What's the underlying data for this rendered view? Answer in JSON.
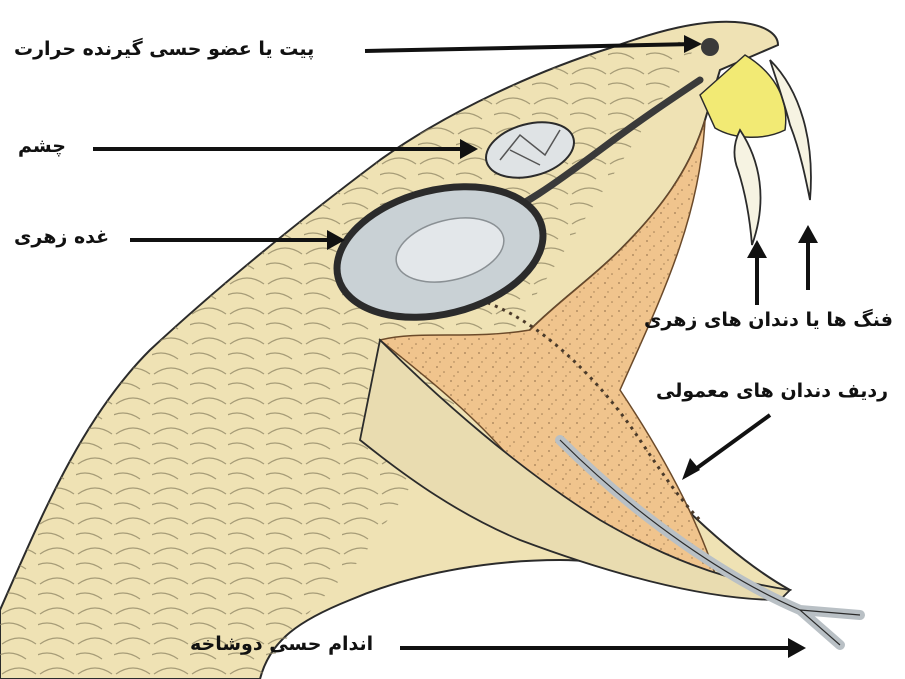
{
  "labels": {
    "heat_pit": "پیت یا عضو حسی گیرنده حرارت",
    "eye": "چشم",
    "venom_gland": "غده زهری",
    "fangs": "فنگ ها یا دندان های زهری",
    "normal_teeth": "ردیف دندان های معمولی",
    "forked_tongue": "اندام حسی دوشاخه"
  },
  "colors": {
    "skin": "#efe2b4",
    "mouth": "#f0c48d",
    "fang_tip": "#f2ea74",
    "gland": "#c9d1d5",
    "outline": "#2b2b2b",
    "arrow": "#111111",
    "tongue": "#b9c0c5"
  }
}
